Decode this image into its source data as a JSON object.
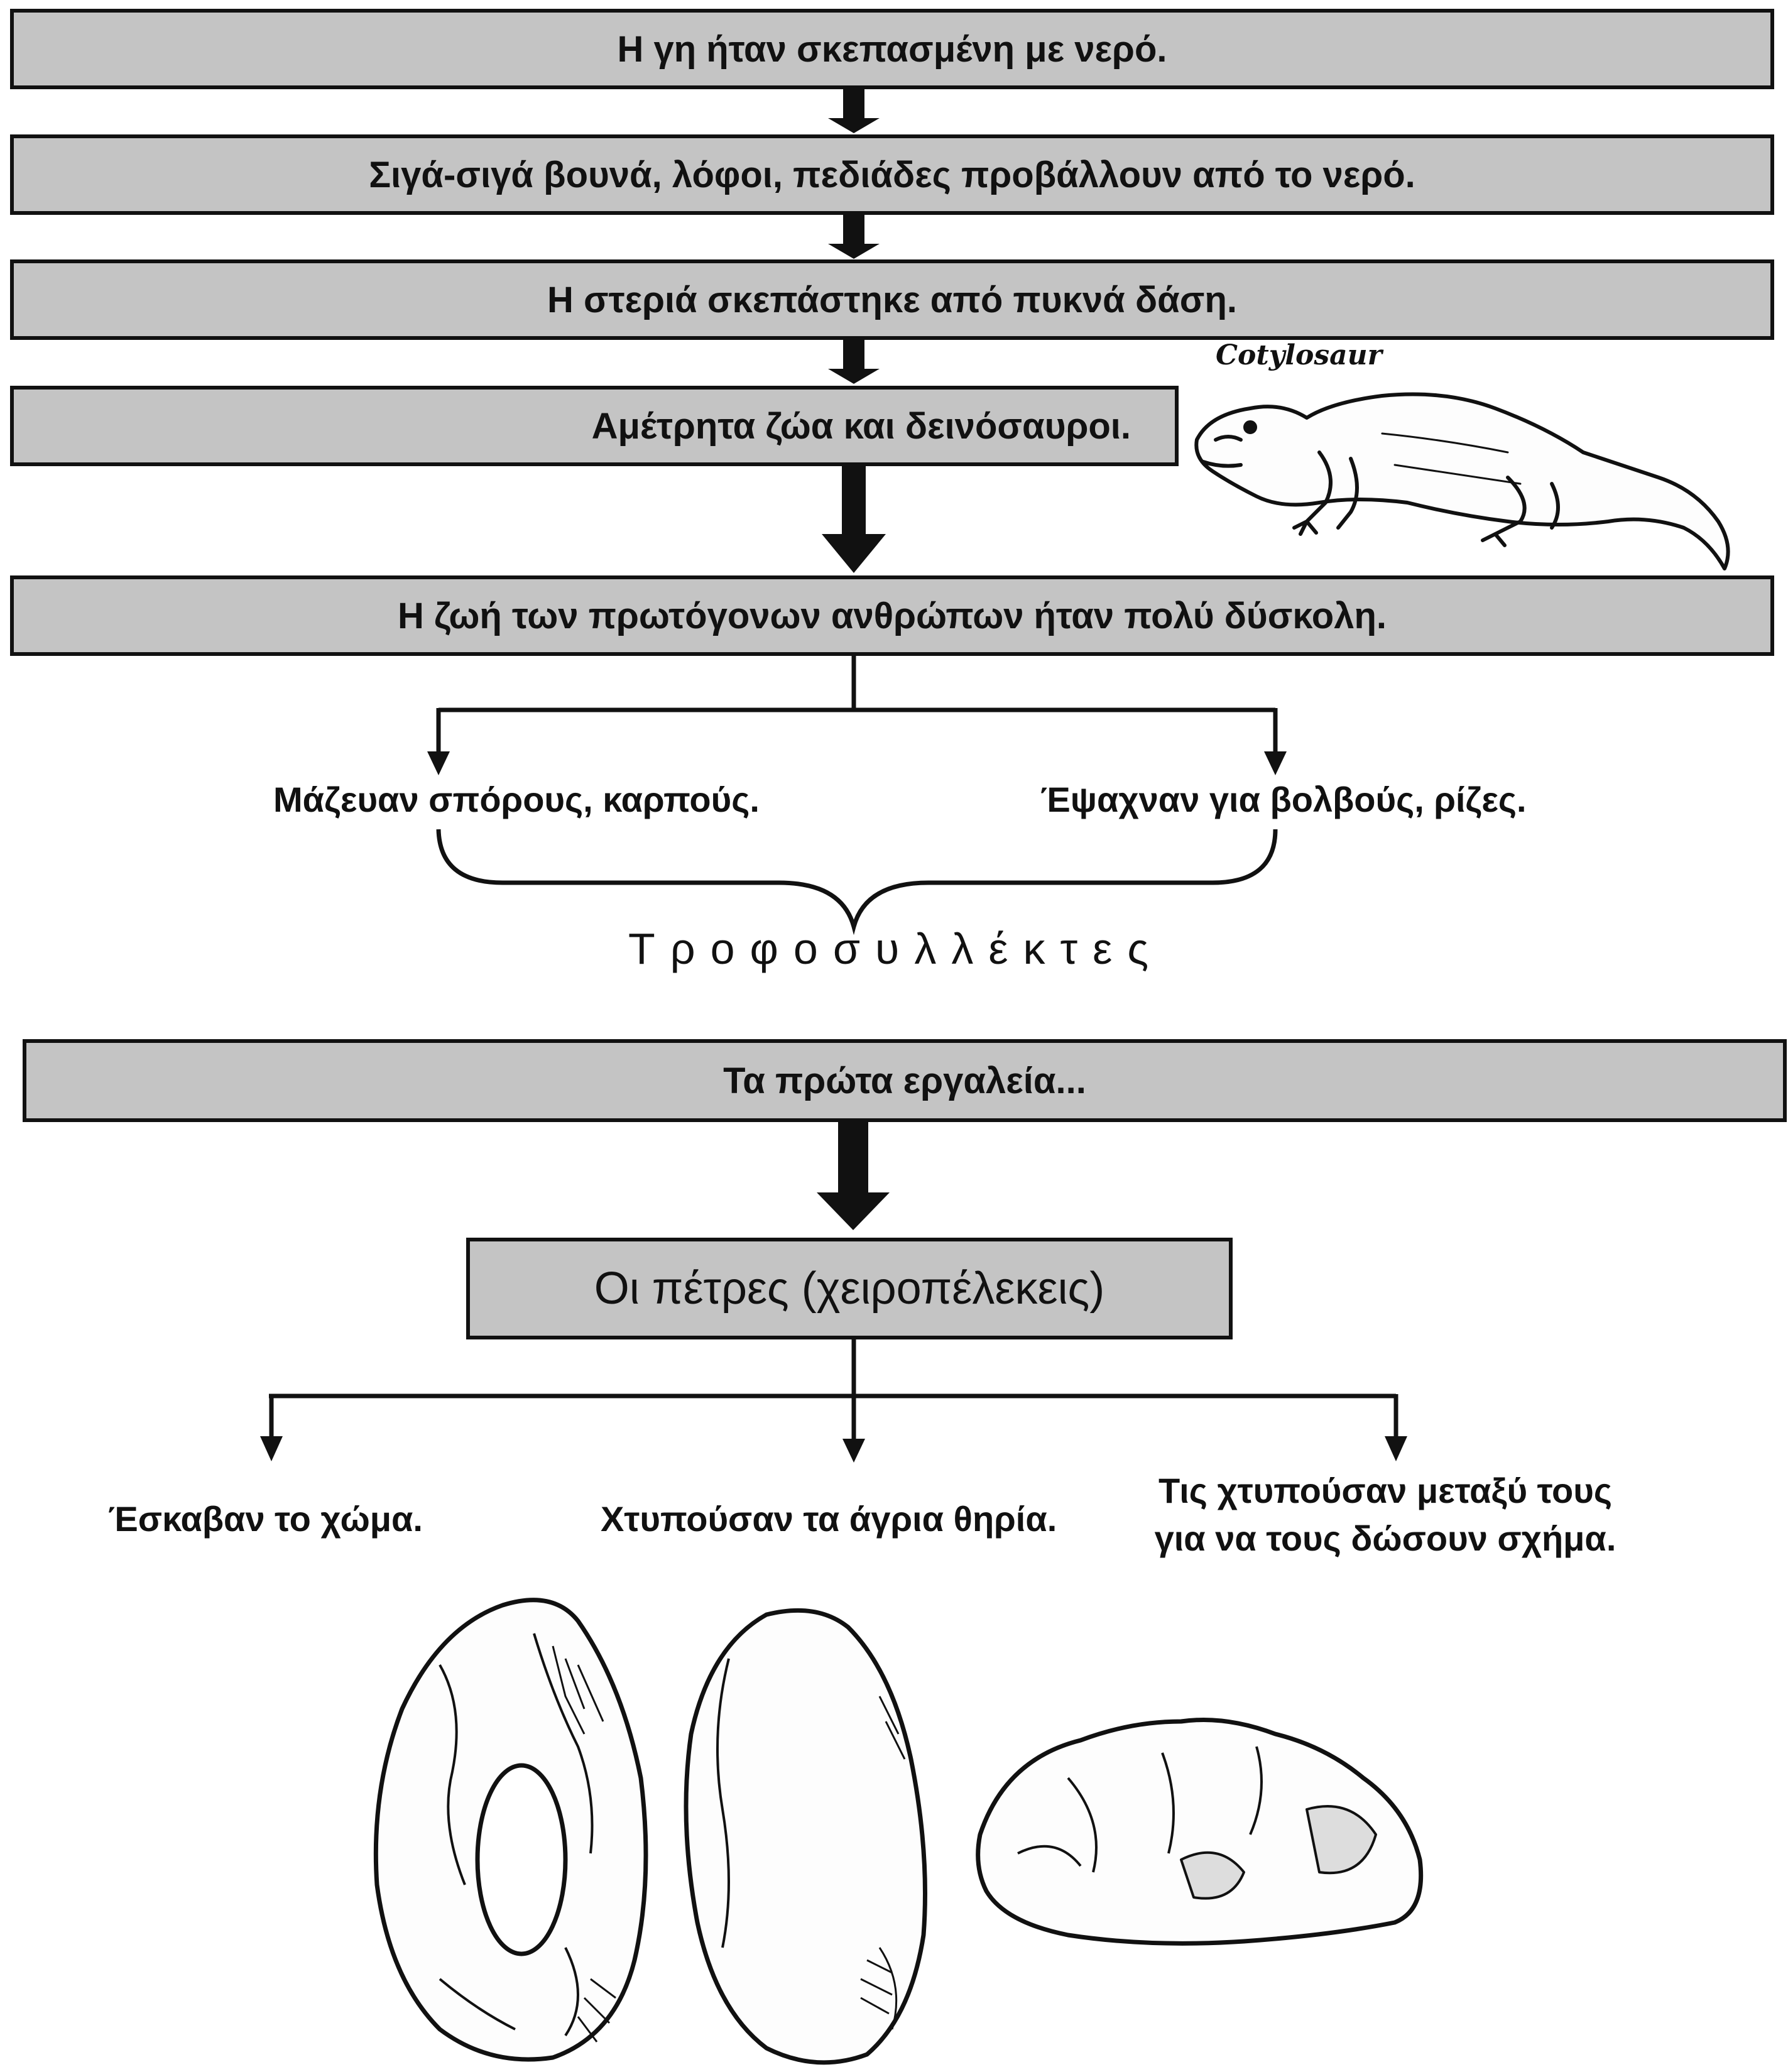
{
  "steps": {
    "s1": "Η γη ήταν σκεπασμένη με νερό.",
    "s2": "Σιγά-σιγά βουνά, λόφοι, πεδιάδες προβάλλουν από το νερό.",
    "s3": "Η στεριά σκεπάστηκε από πυκνά δάση.",
    "s4": "Αμέτρητα ζώα και δεινόσαυροι.",
    "s5": "Η ζωή των πρωτόγονων ανθρώπων ήταν πολύ δύσκολη."
  },
  "gatherers": {
    "left": "Μάζευαν σπόρους, καρπούς.",
    "right": "Έψαχναν για βολβούς, ρίζες.",
    "label": "Τροφοσυλλέκτες"
  },
  "dinosaur": {
    "caption": "Cotylosaur",
    "icon": "cotylosaur-drawing"
  },
  "tools": {
    "title": "Τα πρώτα εργαλεία...",
    "stones": "Οι πέτρες (χειροπέλεκεις)",
    "uses": {
      "dig": "Έσκαβαν το χώμα.",
      "hunt": "Χτυπούσαν τα άγρια θηρία.",
      "shape_line1": "Τις χτυπούσαν μεταξύ τους",
      "shape_line2": "για να τους δώσουν σχήμα."
    },
    "icon": "hand-axe-drawings"
  }
}
